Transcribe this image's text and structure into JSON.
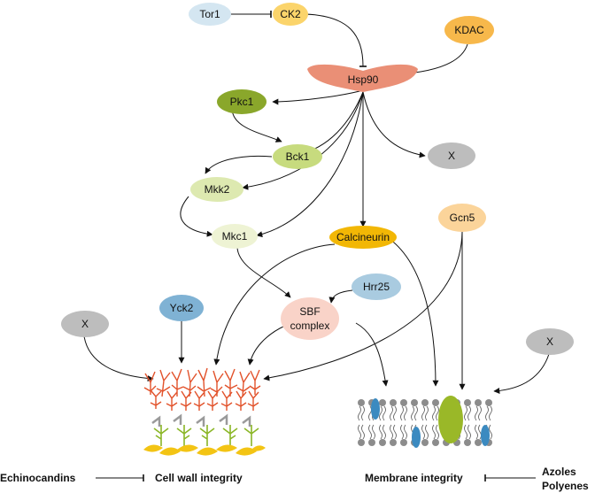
{
  "nodes": {
    "tor1": "Tor1",
    "ck2": "CK2",
    "kdac": "KDAC",
    "hsp90": "Hsp90",
    "pkc1": "Pkc1",
    "bck1": "Bck1",
    "mkk2": "Mkk2",
    "mkc1": "Mkc1",
    "calcineurin": "Calcineurin",
    "gcn5": "Gcn5",
    "x_right_top": "X",
    "x_left": "X",
    "x_right": "X",
    "yck2": "Yck2",
    "hrr25": "Hrr25",
    "sbf_line1": "SBF",
    "sbf_line2": "complex"
  },
  "labels": {
    "echinocandins": "Echinocandins",
    "cell_wall": "Cell wall integrity",
    "membrane": "Membrane integrity",
    "azoles": "Azoles",
    "polyenes": "Polyenes"
  },
  "colors": {
    "tor1": "#d4e6f1",
    "ck2": "#fbd46b",
    "kdac": "#f7b84b",
    "hsp90": "#ea8f76",
    "pkc1": "#8aa72b",
    "bck1": "#c7db7e",
    "mkk2": "#dde9b0",
    "mkc1": "#eef3d4",
    "calcineurin": "#f2b705",
    "gcn5": "#fbd49a",
    "x_grey": "#bdbdbd",
    "yck2": "#7fb2d4",
    "hrr25": "#a9cbe0",
    "sbf": "#f9d3c8",
    "wall_red": "#e2522b",
    "wall_yellow": "#f3c414",
    "membrane_blue": "#3b8ac0",
    "membrane_green": "#9ab828"
  }
}
